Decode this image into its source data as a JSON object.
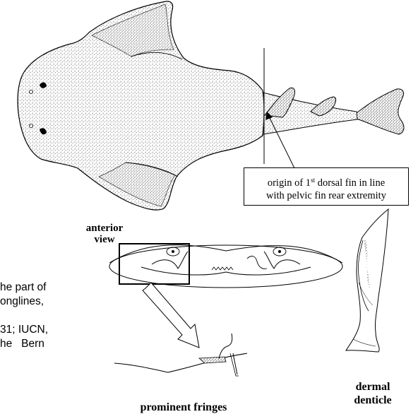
{
  "callout": {
    "line1_pre": "origin of 1",
    "line1_sup": "st",
    "line1_post": " dorsal fin in line",
    "line2": "with pelvic fin rear extremity"
  },
  "labels": {
    "anterior_1": "anterior",
    "anterior_2": "view",
    "fringes": "prominent fringes",
    "dermal_1": "dermal",
    "dermal_2": "denticle"
  },
  "body_text": {
    "line1": "he part of",
    "line2": "onglines,",
    "line3": "31; IUCN,",
    "line4": "he   Bern"
  }
}
